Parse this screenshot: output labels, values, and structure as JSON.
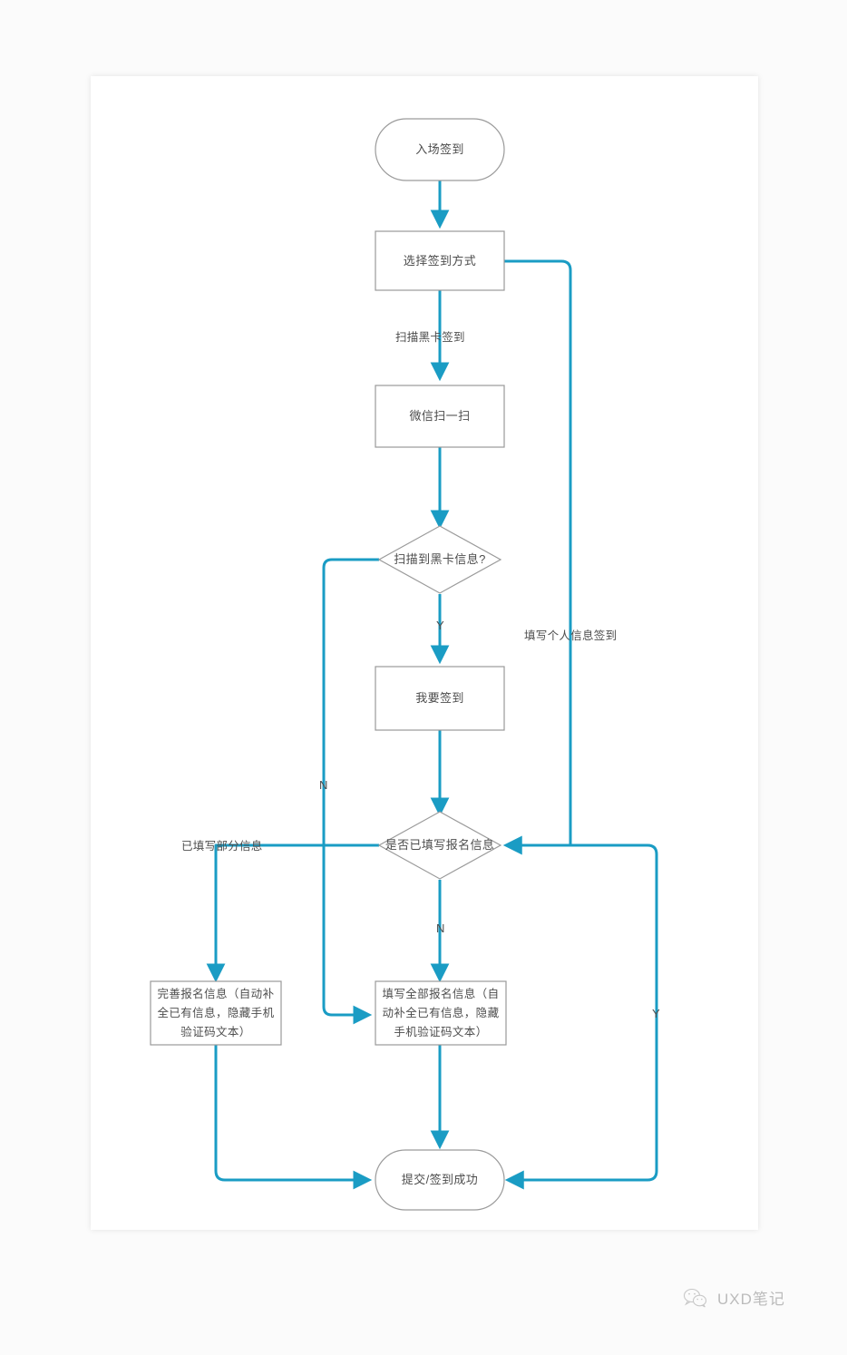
{
  "diagram": {
    "title": "入场签到流程图",
    "colors": {
      "edge": "#1a9cc4",
      "node_stroke": "#9a9a9a",
      "node_fill": "#ffffff",
      "text": "#4d4d4d",
      "canvas": "#ffffff",
      "page_bg": "#fbfbfb"
    },
    "nodes": [
      {
        "id": "start",
        "type": "terminator",
        "label": "入场签到"
      },
      {
        "id": "choose",
        "type": "process",
        "label": "选择签到方式"
      },
      {
        "id": "wxscan",
        "type": "process",
        "label": "微信扫一扫"
      },
      {
        "id": "scanned",
        "type": "decision",
        "label": "扫描到黑卡信息?"
      },
      {
        "id": "signin",
        "type": "process",
        "label": "我要签到"
      },
      {
        "id": "hasinfo",
        "type": "decision",
        "label": "是否已填写报名信息"
      },
      {
        "id": "completeinfo",
        "type": "process",
        "label": "完善报名信息（自动补全已有信息，隐藏手机验证码文本）"
      },
      {
        "id": "fillall",
        "type": "process",
        "label": "填写全部报名信息（自动补全已有信息，隐藏手机验证码文本）"
      },
      {
        "id": "success",
        "type": "terminator",
        "label": "提交/签到成功"
      }
    ],
    "edge_labels": {
      "scan_black_card": "扫描黑卡签到",
      "fill_personal_info": "填写个人信息签到",
      "scanned_yes": "Y",
      "scanned_no": "N",
      "partial_info": "已填写部分信息",
      "hasinfo_no": "N",
      "hasinfo_yes": "Y"
    },
    "edges": [
      {
        "from": "start",
        "to": "choose",
        "label": ""
      },
      {
        "from": "choose",
        "to": "wxscan",
        "label": "扫描黑卡签到"
      },
      {
        "from": "choose",
        "to": "hasinfo",
        "label": "填写个人信息签到"
      },
      {
        "from": "wxscan",
        "to": "scanned",
        "label": ""
      },
      {
        "from": "scanned",
        "to": "signin",
        "label": "Y"
      },
      {
        "from": "scanned",
        "to": "fillall",
        "label": "N"
      },
      {
        "from": "signin",
        "to": "hasinfo",
        "label": ""
      },
      {
        "from": "hasinfo",
        "to": "completeinfo",
        "label": "已填写部分信息"
      },
      {
        "from": "hasinfo",
        "to": "fillall",
        "label": "N"
      },
      {
        "from": "hasinfo",
        "to": "success",
        "label": "Y"
      },
      {
        "from": "completeinfo",
        "to": "success",
        "label": ""
      },
      {
        "from": "fillall",
        "to": "success",
        "label": ""
      }
    ]
  },
  "watermark": {
    "text": "UXD笔记",
    "icon": "wechat-icon"
  }
}
